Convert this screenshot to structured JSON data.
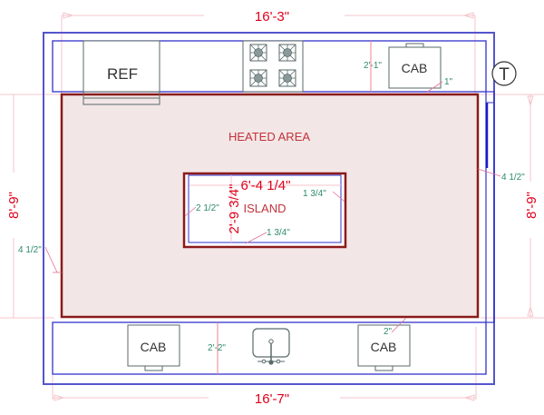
{
  "plan": {
    "title": "Kitchen floor plan",
    "colors": {
      "wall": "#4444cc",
      "heated_area_fill": "#f3e6e6",
      "heated_area_border": "#8b1a1a",
      "dimension_major": "#e0001b",
      "dimension_minor": "#2e8b6b",
      "fixture": "#5a6a6a"
    },
    "dimensions": {
      "top_overall": "16'-3\"",
      "bottom_overall": "16'-7\"",
      "left_overall": "8'-9\"",
      "right_overall": "8'-9\"",
      "island_width": "6'-4 1/4\"",
      "island_depth": "2'-9 3/4\"",
      "top_counter_depth": "2'-1\"",
      "bottom_counter_depth": "2'-2\"",
      "top_counter_gap": "1\"",
      "bottom_counter_gap": "2\"",
      "left_gap": "4 1/2\"",
      "right_gap": "4 1/2\"",
      "island_left_gap": "2 1/2\"",
      "island_right_gap": "1 3/4\"",
      "island_bottom_gap": "1 3/4\""
    },
    "labels": {
      "refrigerator": "REF",
      "top_cabinet": "CAB",
      "bottom_left_cabinet": "CAB",
      "bottom_right_cabinet": "CAB",
      "heated_area": "HEATED AREA",
      "island": "ISLAND",
      "thermostat": "T"
    }
  }
}
